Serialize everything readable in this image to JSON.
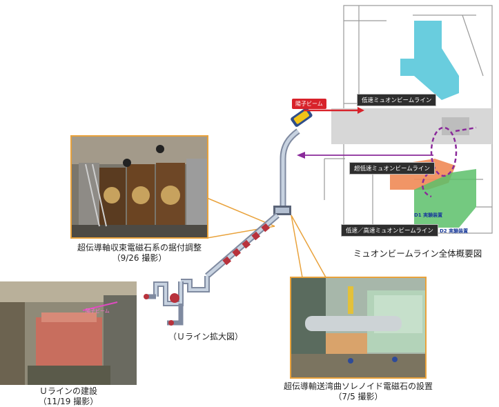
{
  "photos": {
    "magnet_alignment": {
      "caption_line1": "超伝導軸収束電磁石系の据付調整",
      "caption_line2": "（9/26 撮影）"
    },
    "u_line_construction": {
      "overlay_label": "陽子ビーム",
      "caption_line1": "Ｕラインの建設",
      "caption_line2": "（11/19 撮影）"
    },
    "solenoid_install": {
      "caption_line1": "超伝導輸送湾曲ソレノイド電磁石の設置",
      "caption_line2": "（7/5 撮影）"
    }
  },
  "u_line_diagram": {
    "caption": "（Ｕライン拡大図）"
  },
  "facility_plan": {
    "caption": "ミュオンビームライン全体概要図",
    "proton_beam_tag": "陽子ビーム",
    "label_low_speed": "低速ミュオンビームライン",
    "label_ultra_low": "超低速ミュオンビームライン",
    "label_low_high": "低速／高速ミュオンビームライン",
    "label_d1": "D1 実験装置",
    "label_d2": "D2 実験装置"
  },
  "colors": {
    "photo_border": "#e9a23b",
    "proton_arrow": "#d8222a",
    "muon_arrow": "#8a2a9a",
    "cyan_area": "#4fc4d8",
    "orange_area": "#ef8a55",
    "green_area": "#5cbf6a"
  }
}
